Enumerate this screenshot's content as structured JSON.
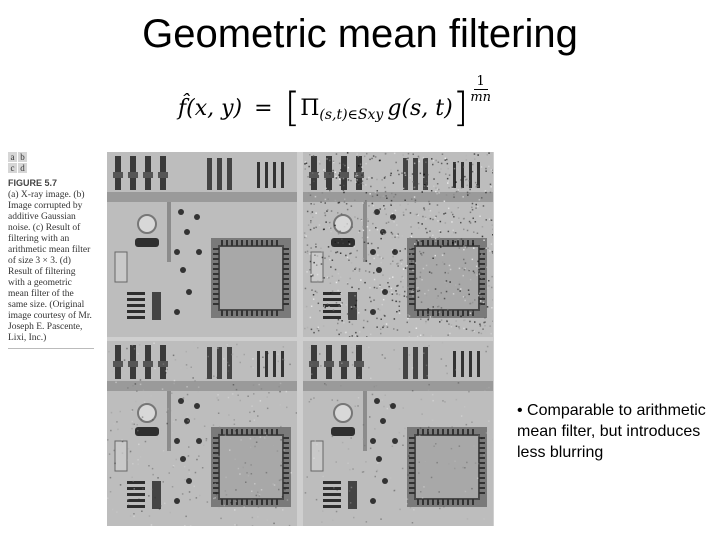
{
  "title": "Geometric mean filtering",
  "formula": {
    "lhs": "f̂(x, y)",
    "equals": "=",
    "product": "Π",
    "subscript": "(s,t)∈Sxy",
    "term": "g(s, t)",
    "exponent_num": "1",
    "exponent_den": "mn"
  },
  "figure": {
    "panel_labels": [
      "a",
      "b",
      "c",
      "d"
    ],
    "number": "FIGURE 5.7",
    "caption": "(a) X-ray image. (b) Image corrupted by additive Gaussian noise. (c) Result of filtering with an arithmetic mean filter of size 3 × 3. (d) Result of filtering with a geometric mean filter of the same size. (Original image courtesy of Mr. Joseph E. Pascente, Lixi, Inc.)"
  },
  "images": [
    {
      "panel": "a",
      "noise": 0.0
    },
    {
      "panel": "b",
      "noise": 1.0
    },
    {
      "panel": "c",
      "noise": 0.35
    },
    {
      "panel": "d",
      "noise": 0.2
    }
  ],
  "bullet": "• Comparable to arithmetic mean filter, but introduces less blurring"
}
